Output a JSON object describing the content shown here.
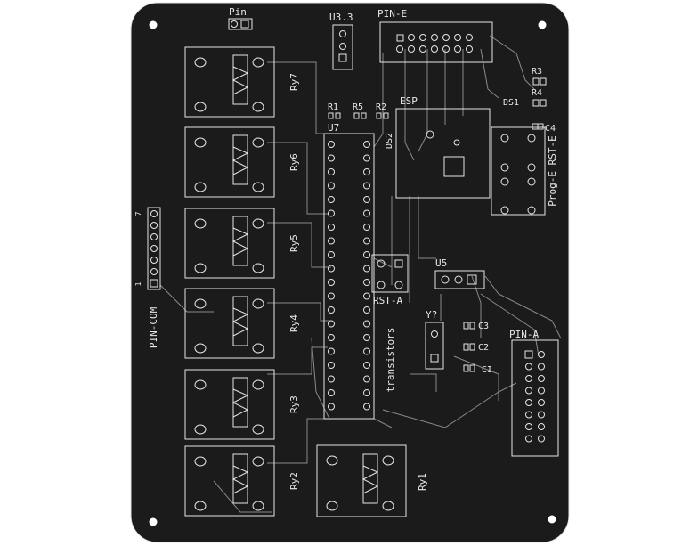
{
  "board": {
    "colors": {
      "substrate": "#1b1b1b",
      "silk": "#e6e6e6",
      "trace": "#8a8a8a",
      "page_bg": "#ffffff"
    },
    "labels": {
      "pin_header": "Pin",
      "u33": "U3.3",
      "pin_e": "PIN-E",
      "r3": "R3",
      "r4": "R4",
      "r1": "R1",
      "r5": "R5",
      "r2": "R2",
      "esp": "ESP",
      "ds1": "DS1",
      "c4": "C4",
      "u7": "U7",
      "ds2": "DS2",
      "prog_rst": "Prog-E RST-E",
      "pin_com": "PIN-COM",
      "com_pin7": "7",
      "com_pin1": "1",
      "u5": "U5",
      "rst_a": "RST-A",
      "y7": "Y?",
      "c3": "C3",
      "c2": "C2",
      "ci": "CI",
      "pin_a": "PIN-A",
      "transistors": "transistors"
    },
    "relays": [
      {
        "label": "Ry7"
      },
      {
        "label": "Ry6"
      },
      {
        "label": "Ry5"
      },
      {
        "label": "Ry4"
      },
      {
        "label": "Ry3"
      },
      {
        "label": "Ry2"
      },
      {
        "label": "Ry1"
      }
    ]
  }
}
